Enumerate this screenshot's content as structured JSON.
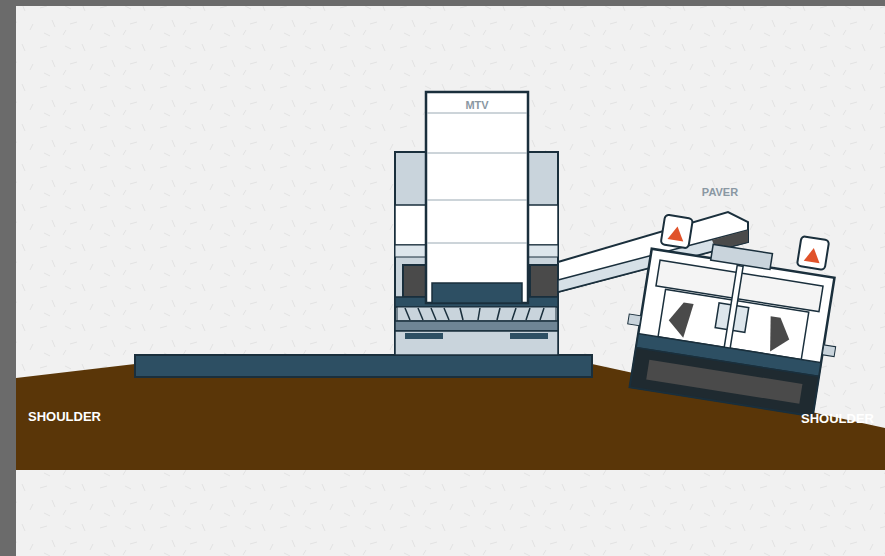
{
  "diagram": {
    "labels": [
      "MTV",
      "PAVER",
      "SHOULDER",
      "SHOULDER"
    ]
  }
}
